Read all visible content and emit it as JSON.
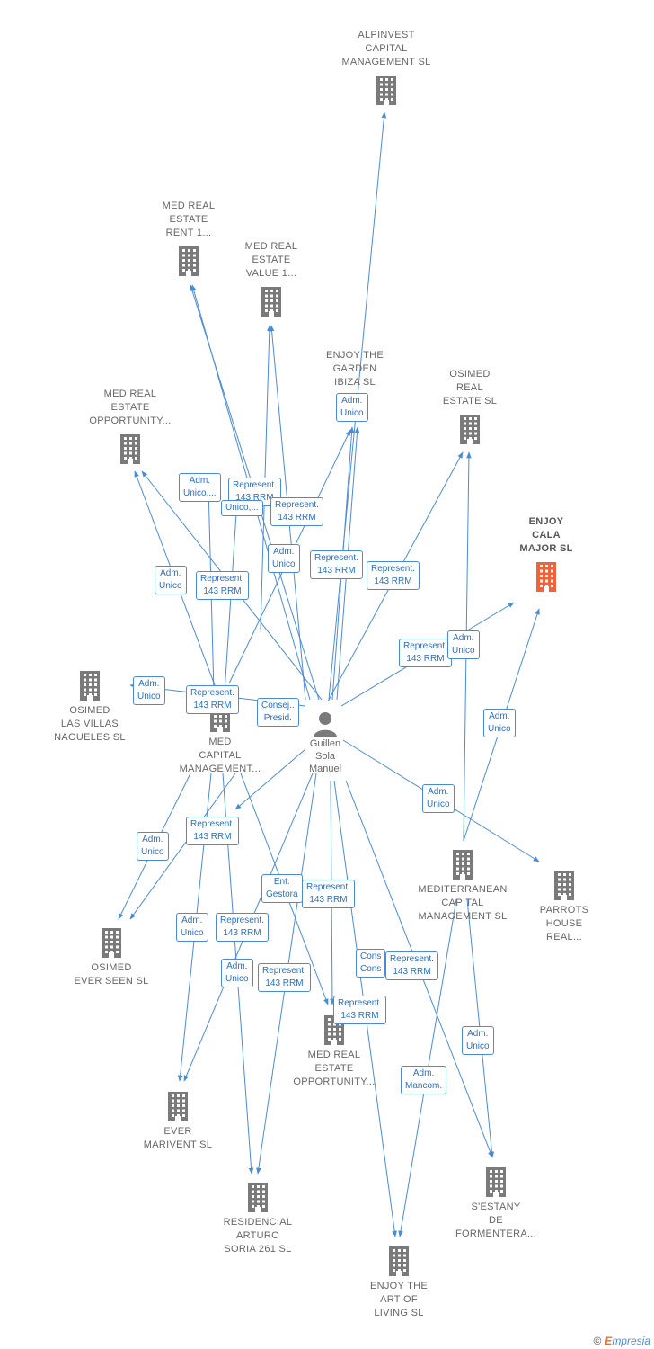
{
  "colors": {
    "edge": "#4a8bd8",
    "building": "#7a7a7a",
    "highlight": "#f0633a",
    "label_border": "#4a8bd8"
  },
  "person": {
    "name_lines": [
      "Guillen",
      "Sola",
      "Manuel"
    ],
    "icon": "person-icon"
  },
  "companies": [
    {
      "id": "alpinvest",
      "lines": [
        "ALPINVEST",
        "CAPITAL",
        "MANAGEMENT SL"
      ],
      "icon": "building-icon"
    },
    {
      "id": "med-rent",
      "lines": [
        "MED REAL",
        "ESTATE",
        "RENT 1..."
      ],
      "icon": "building-icon"
    },
    {
      "id": "med-value",
      "lines": [
        "MED REAL",
        "ESTATE",
        "VALUE 1..."
      ],
      "icon": "building-icon"
    },
    {
      "id": "enjoy-garden",
      "lines": [
        "ENJOY THE",
        "GARDEN",
        "IBIZA SL"
      ],
      "icon": "building-icon"
    },
    {
      "id": "osimed-real",
      "lines": [
        "OSIMED",
        "REAL",
        "ESTATE SL"
      ],
      "icon": "building-icon"
    },
    {
      "id": "enjoy-cala",
      "lines": [
        "ENJOY",
        "CALA",
        "MAJOR SL"
      ],
      "icon": "building-icon",
      "highlight": true
    },
    {
      "id": "med-opp-top",
      "lines": [
        "MED REAL",
        "ESTATE",
        "OPPORTUNITY..."
      ],
      "icon": "building-icon"
    },
    {
      "id": "osimed-villas",
      "lines": [
        "OSIMED",
        "LAS VILLAS",
        "NAGUELES SL"
      ],
      "icon": "building-icon"
    },
    {
      "id": "med-capital",
      "lines": [
        "MED",
        "CAPITAL",
        "MANAGEMENT..."
      ],
      "icon": "building-icon"
    },
    {
      "id": "mediterranean",
      "lines": [
        "MEDITERRANEAN",
        "CAPITAL",
        "MANAGEMENT SL"
      ],
      "icon": "building-icon"
    },
    {
      "id": "parrots",
      "lines": [
        "PARROTS",
        "HOUSE",
        "REAL..."
      ],
      "icon": "building-icon"
    },
    {
      "id": "osimed-ever",
      "lines": [
        "OSIMED",
        "EVER SEEN SL"
      ],
      "icon": "building-icon"
    },
    {
      "id": "med-opp-bottom",
      "lines": [
        "MED REAL",
        "ESTATE",
        "OPPORTUNITY..."
      ],
      "icon": "building-icon"
    },
    {
      "id": "ever-marivent",
      "lines": [
        "EVER",
        "MARIVENT SL"
      ],
      "icon": "building-icon"
    },
    {
      "id": "residencial",
      "lines": [
        "RESIDENCIAL",
        "ARTURO",
        "SORIA 261 SL"
      ],
      "icon": "building-icon"
    },
    {
      "id": "sestany",
      "lines": [
        "S'ESTANY",
        "DE",
        "FORMENTERA..."
      ],
      "icon": "building-icon"
    },
    {
      "id": "enjoy-art",
      "lines": [
        "ENJOY THE",
        "ART OF",
        "LIVING SL"
      ],
      "icon": "building-icon"
    }
  ],
  "edge_labels": [
    {
      "id": "l1",
      "lines": [
        "Adm.",
        "Unico"
      ]
    },
    {
      "id": "l2",
      "lines": [
        "Adm.",
        "Unico,..."
      ]
    },
    {
      "id": "l3",
      "lines": [
        "Represent.",
        "143 RRM"
      ]
    },
    {
      "id": "l4",
      "lines": [
        "Unico,..."
      ]
    },
    {
      "id": "l5",
      "lines": [
        "Represent.",
        "143 RRM"
      ]
    },
    {
      "id": "l6",
      "lines": [
        "Adm.",
        "Unico"
      ]
    },
    {
      "id": "l7",
      "lines": [
        "Represent.",
        "143 RRM"
      ]
    },
    {
      "id": "l8",
      "lines": [
        "Represent.",
        "143 RRM"
      ]
    },
    {
      "id": "l9",
      "lines": [
        "Adm.",
        "Unico"
      ]
    },
    {
      "id": "l10",
      "lines": [
        "Represent.",
        "143 RRM"
      ]
    },
    {
      "id": "l11",
      "lines": [
        "Represent.",
        "143 RRM"
      ]
    },
    {
      "id": "l12",
      "lines": [
        "Adm.",
        "Unico"
      ]
    },
    {
      "id": "l13",
      "lines": [
        "Adm.",
        "Unico"
      ]
    },
    {
      "id": "l14",
      "lines": [
        "Represent.",
        "143 RRM"
      ]
    },
    {
      "id": "l15",
      "lines": [
        "Consej..",
        "Presid."
      ]
    },
    {
      "id": "l16",
      "lines": [
        "Adm.",
        "Unico"
      ]
    },
    {
      "id": "l17",
      "lines": [
        "Adm.",
        "Unico"
      ]
    },
    {
      "id": "l18",
      "lines": [
        "Represent.",
        "143 RRM"
      ]
    },
    {
      "id": "l19",
      "lines": [
        "Adm.",
        "Unico"
      ]
    },
    {
      "id": "l20",
      "lines": [
        "Ent.",
        "Gestora"
      ]
    },
    {
      "id": "l21",
      "lines": [
        "Represent.",
        "143 RRM"
      ]
    },
    {
      "id": "l22",
      "lines": [
        "Adm.",
        "Unico"
      ]
    },
    {
      "id": "l23",
      "lines": [
        "Represent.",
        "143 RRM"
      ]
    },
    {
      "id": "l24",
      "lines": [
        "Adm.",
        "Unico"
      ]
    },
    {
      "id": "l25",
      "lines": [
        "Represent.",
        "143 RRM"
      ]
    },
    {
      "id": "l26",
      "lines": [
        "Cons",
        "Cons"
      ]
    },
    {
      "id": "l27",
      "lines": [
        "Represent.",
        "143 RRM"
      ]
    },
    {
      "id": "l28",
      "lines": [
        "Represent.",
        "143 RRM"
      ]
    },
    {
      "id": "l29",
      "lines": [
        "Adm.",
        "Unico"
      ]
    },
    {
      "id": "l30",
      "lines": [
        "Adm.",
        "Mancom."
      ]
    }
  ],
  "footer": {
    "copyright": "©",
    "brand_initial": "E",
    "brand_rest": "mpresia"
  }
}
